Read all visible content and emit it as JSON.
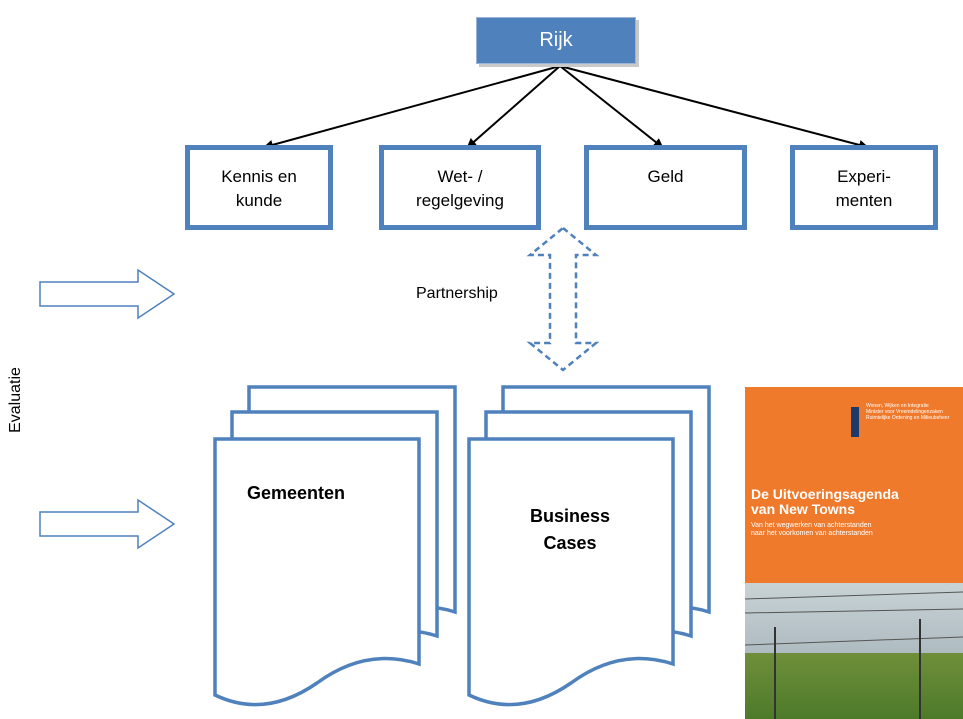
{
  "top": {
    "label": "Rijk"
  },
  "instruments": [
    {
      "label": "Kennis en\nkunde"
    },
    {
      "label": "Wet- /\nregelgeving"
    },
    {
      "label": "Geld"
    },
    {
      "label": "Experi-\nmenten"
    }
  ],
  "partnership_label": "Partnership",
  "evaluatie_label": "Evaluatie",
  "documents": [
    {
      "label": "Gemeenten"
    },
    {
      "label": "Business\nCases"
    }
  ],
  "cover": {
    "publisher": "Wonen, Wijken en Integratie\nMinister voor Vreemdelingenzaken\nRuimtelijke Ordening en Milieubeheer",
    "title": "De Uitvoeringsagenda\nvan New Towns",
    "subtitle": "Van het wegwerken van achterstanden\nnaar het voorkomen van achterstanden"
  },
  "colors": {
    "primary": "#4f81bd",
    "cover_orange": "#f07a2c"
  }
}
